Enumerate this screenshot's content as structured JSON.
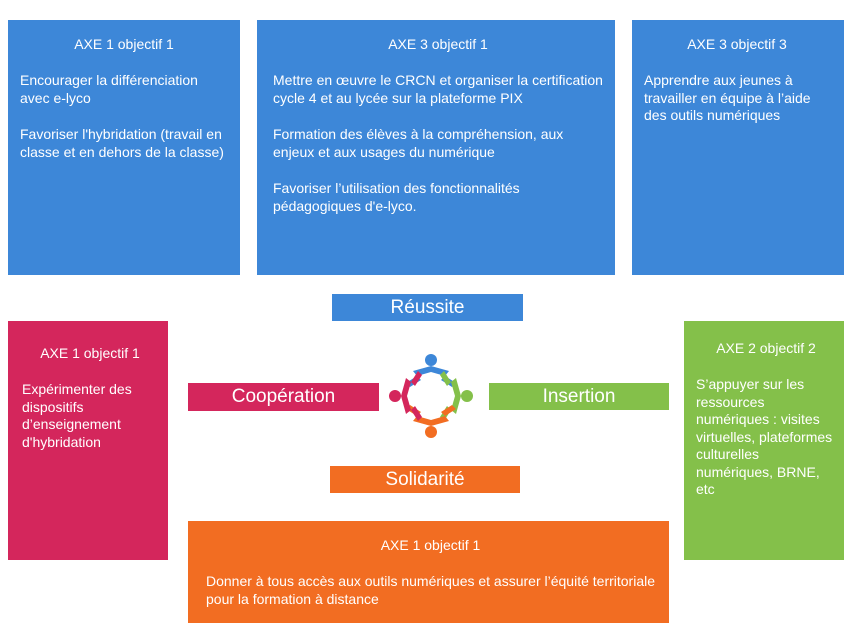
{
  "boxes": {
    "top_left": {
      "title": "AXE 1 objectif 1",
      "p1": "Encourager  la différenciation avec e-lyco",
      "p2": "Favoriser l'hybridation (travail en classe et en dehors de la classe)"
    },
    "top_center": {
      "title": "AXE 3 objectif 1",
      "p1": "Mettre en œuvre le CRCN et  organiser la certification cycle 4 et au lycée sur la plateforme PIX",
      "p2": "Formation des élèves à la compréhension, aux enjeux et aux usages du numérique",
      "p3": "Favoriser l’utilisation des fonctionnalités pédagogiques d'e-lyco."
    },
    "top_right": {
      "title": "AXE 3 objectif  3",
      "p1": "Apprendre aux jeunes à travailler en équipe à l’aide des outils numériques"
    },
    "middle_left": {
      "title": "AXE 1 objectif 1",
      "p1": "Expérimenter des dispositifs d’enseignement d'hybridation"
    },
    "middle_right": {
      "title": "AXE 2 objectif 2",
      "p1": "S’appuyer sur les ressources numériques : visites virtuelles, plateformes culturelles numériques, BRNE, etc"
    },
    "bottom": {
      "title": "AXE 1 objectif 1",
      "p1": "Donner à tous accès aux outils numériques et assurer l’équité territoriale pour la formation à distance"
    }
  },
  "labels": {
    "top": "Réussite",
    "left": "Coopération",
    "right": "Insertion",
    "bottom": "Solidarité"
  },
  "colors": {
    "blue": "#3d87d8",
    "pink": "#d4265c",
    "green": "#84c04a",
    "orange": "#f26d22"
  },
  "icons": {
    "center": "people-circle-icon"
  }
}
